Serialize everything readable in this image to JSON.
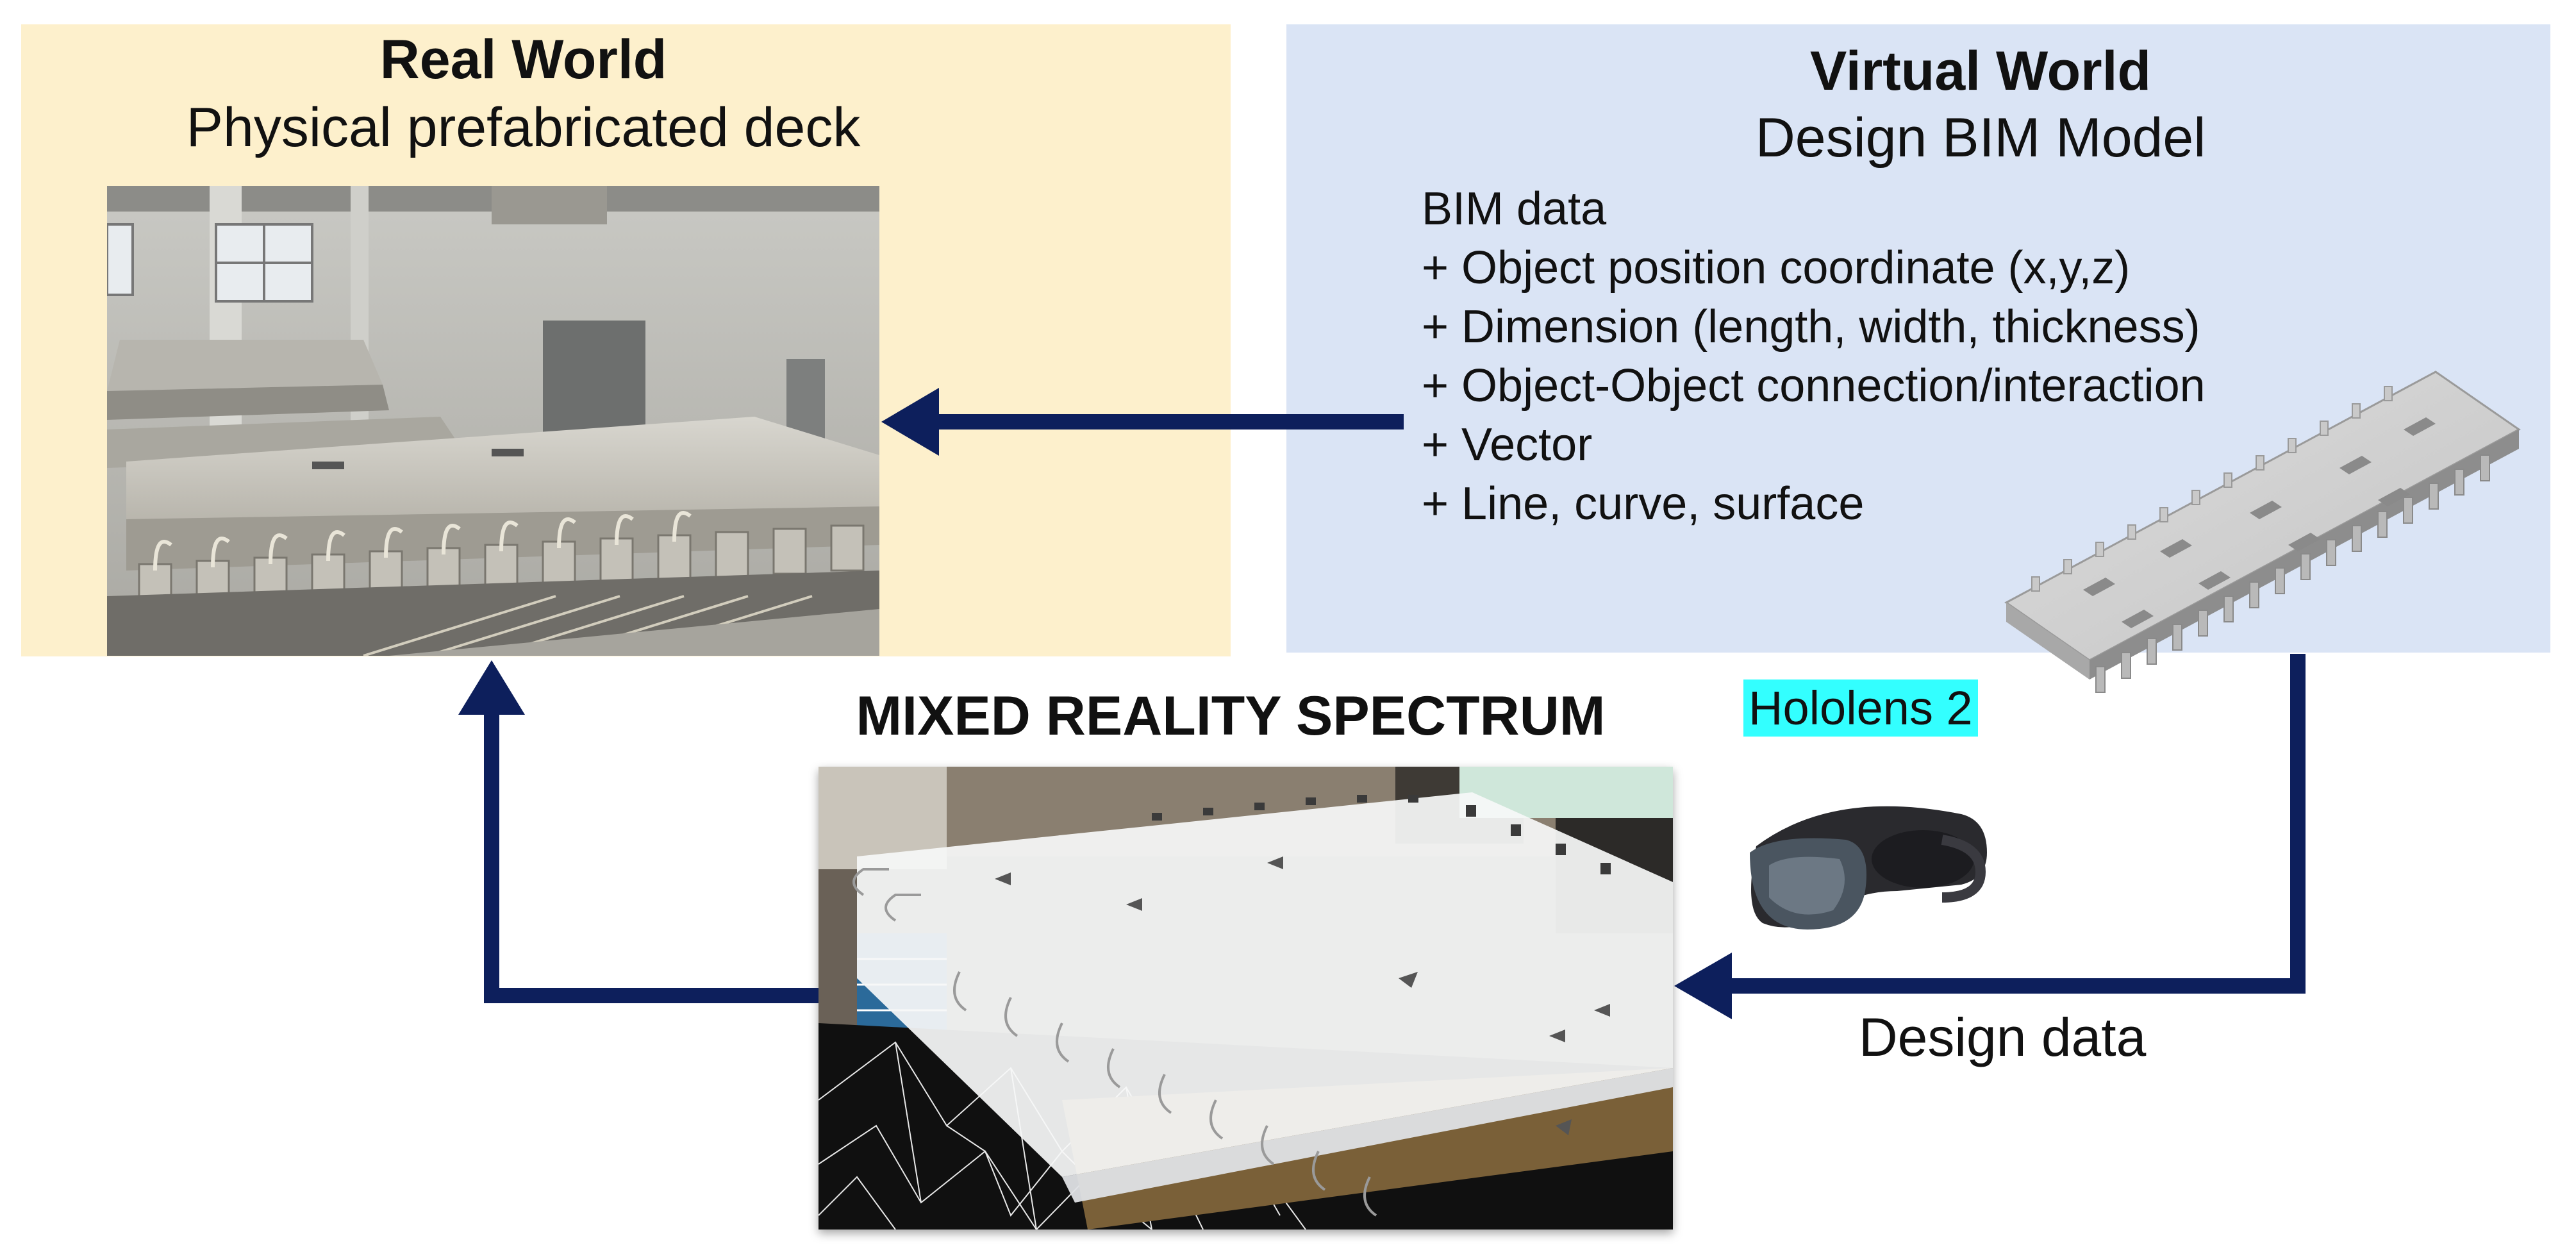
{
  "real_world": {
    "title": "Real World",
    "subtitle": "Physical prefabricated deck"
  },
  "virtual_world": {
    "title": "Virtual World",
    "subtitle": "Design BIM Model",
    "bim_heading": "BIM data",
    "bim_items": [
      "+ Object position coordinate (x,y,z)",
      "+ Dimension (length, width, thickness)",
      "+ Object-Object connection/interaction",
      "+ Vector",
      "+ Line, curve,  surface"
    ]
  },
  "mixed_reality": {
    "title": "MIXED REALITY SPECTRUM"
  },
  "device": {
    "label": "Hololens 2"
  },
  "flow": {
    "design_data_label": "Design data"
  },
  "colors": {
    "arrow": "#0d1f5c",
    "real_panel": "#fdf0cc",
    "virtual_panel": "#dae4f5",
    "hololens_highlight": "#33ffff"
  }
}
